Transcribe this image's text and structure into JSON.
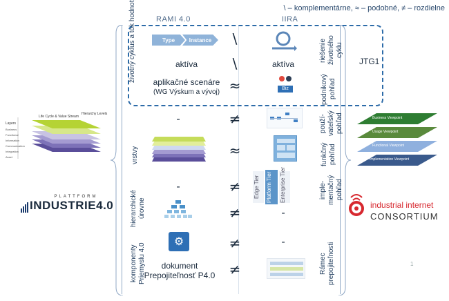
{
  "legend": "\\ – komplementárne, ≈ – podobné, ≠ – rozdielne",
  "headers": {
    "rami": "RAMI 4.0",
    "iira": "IIRA"
  },
  "left_labels": {
    "row1": "životný cyklus a tok hodnoty",
    "row_vrstvy": "vrstvy",
    "row_hier": "hierarchické úrovne",
    "row_komp": "komponenty Priemyslu 4.0"
  },
  "right_labels": {
    "row1": "riešenie životného cyklu",
    "row2": "podnikový pohľad",
    "row3": "použí-vateľský pohľad",
    "row4": "funkčný pohľad",
    "row5": "imple-mentačný pohľad",
    "row7": "Rámec prepojiteľnosti"
  },
  "rami_text": {
    "chev1": "Type",
    "chev2": "Instance",
    "aktiva": "aktíva",
    "scen": "aplikačné scenáre",
    "scen_sub": "(WG Výskum a vývoj)",
    "dash1": "-",
    "dash2": "-",
    "doc": "dokument",
    "doc_sub": "Prepojiteľnosť P4.0"
  },
  "relations": [
    "\\",
    "\\",
    "≈",
    "≠",
    "≈",
    "≠",
    "≠",
    "≠",
    "≠"
  ],
  "iira_text": {
    "aktiva": "aktíva",
    "dash1": "-",
    "dash2": "-",
    "edge": "Edge Tier",
    "platform": "Platform Tier",
    "enterprise": "Enterprise Tier",
    "biz": "Biz"
  },
  "jtg": "JTG1",
  "rami_model": {
    "layers": "Layers",
    "lifecycle": "Life Cycle & Value Stream",
    "hierarchy": "Hierarchy Levels",
    "layer_names": [
      "Business",
      "Functional",
      "Information",
      "Communication",
      "Integration",
      "Asset"
    ]
  },
  "industrie": {
    "platform": "PLATTFORM",
    "name": "INDUSTRIE4.0"
  },
  "iic": {
    "line1": "industrial internet",
    "line2": "CONSORTIUM"
  },
  "viewpoints": [
    "Business Viewpoint",
    "Usage Viewpoint",
    "Functional Viewpoint",
    "Implementation Viewpoint"
  ],
  "page_num": "1",
  "colors": {
    "dash": "#2c6ba8",
    "brace": "#8fa7c5",
    "iic_red": "#d7282f",
    "rami_green": "#b5d334",
    "rami_purple": "#5a4e9a"
  }
}
